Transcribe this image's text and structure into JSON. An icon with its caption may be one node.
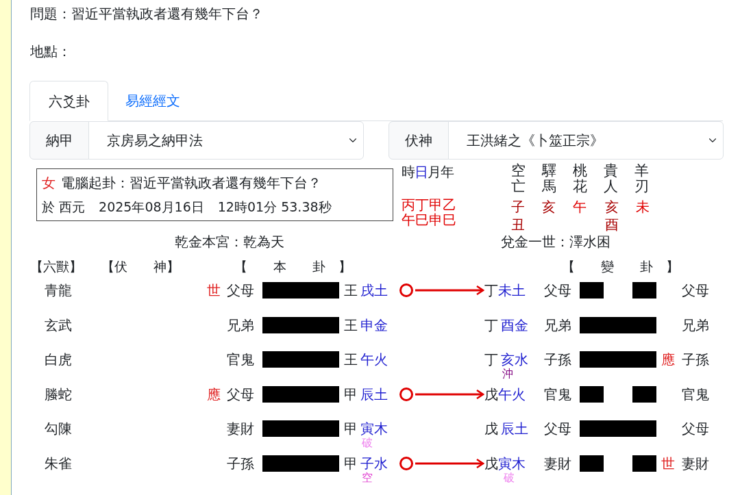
{
  "diagram": {
    "nodes": [
      {
        "text": [
          "女",
          "電腦起卦：習近平當執政者還有幾年下台？",
          "於 西元",
          "2025年08月16日",
          "12時01分 53.38秒"
        ]
      },
      {
        "text": [],
        "shape": "circle"
      },
      {
        "text": [
          "丁",
          "未土"
        ]
      },
      {
        "text": [],
        "shape": "circle"
      },
      {
        "text": [
          "戊",
          "午火"
        ]
      },
      {
        "text": [],
        "shape": "circle"
      },
      {
        "text": [
          "戊",
          "寅木"
        ]
      }
    ],
    "edges": [
      {
        "from": 1,
        "to": 2,
        "arrow": "to"
      },
      {
        "from": 3,
        "to": 4,
        "arrow": "to"
      },
      {
        "from": 5,
        "to": 6,
        "arrow": "to"
      }
    ],
    "labels": [
      "問題：習近平當執政者還有幾年下台？",
      "地點：",
      "六爻卦",
      "易經經文",
      "納甲",
      "京房易之納甲法",
      "伏神",
      "王洪緒之《卜筮正宗》",
      "時",
      "日",
      "月",
      "年",
      "空亡",
      "驛馬",
      "桃花",
      "貴人",
      "羊刃",
      "丙丁甲乙",
      "子",
      "亥",
      "午",
      "亥",
      "未",
      "午巳申巳",
      "丑",
      "酉",
      "乾金本宮：乾為天",
      "兌金一世：澤水困",
      "【六獸】",
      "【伏　　神】",
      "【　　本　　卦　】",
      "【　　變　　卦　】",
      "青龍",
      "世",
      "父母",
      "王",
      "戌土",
      "父母",
      "父母",
      "玄武",
      "兄弟",
      "王",
      "申金",
      "丁",
      "酉金",
      "兄弟",
      "兄弟",
      "白虎",
      "官鬼",
      "王",
      "午火",
      "丁",
      "亥水",
      "子孫",
      "應",
      "子孫",
      "沖",
      "螣蛇",
      "應",
      "父母",
      "甲",
      "辰土",
      "官鬼",
      "官鬼",
      "勾陳",
      "妻財",
      "甲",
      "寅木",
      "戊",
      "辰土",
      "父母",
      "父母",
      "破",
      "朱雀",
      "子孫",
      "甲",
      "子水",
      "妻財",
      "世",
      "妻財",
      "空",
      "破"
    ]
  }
}
